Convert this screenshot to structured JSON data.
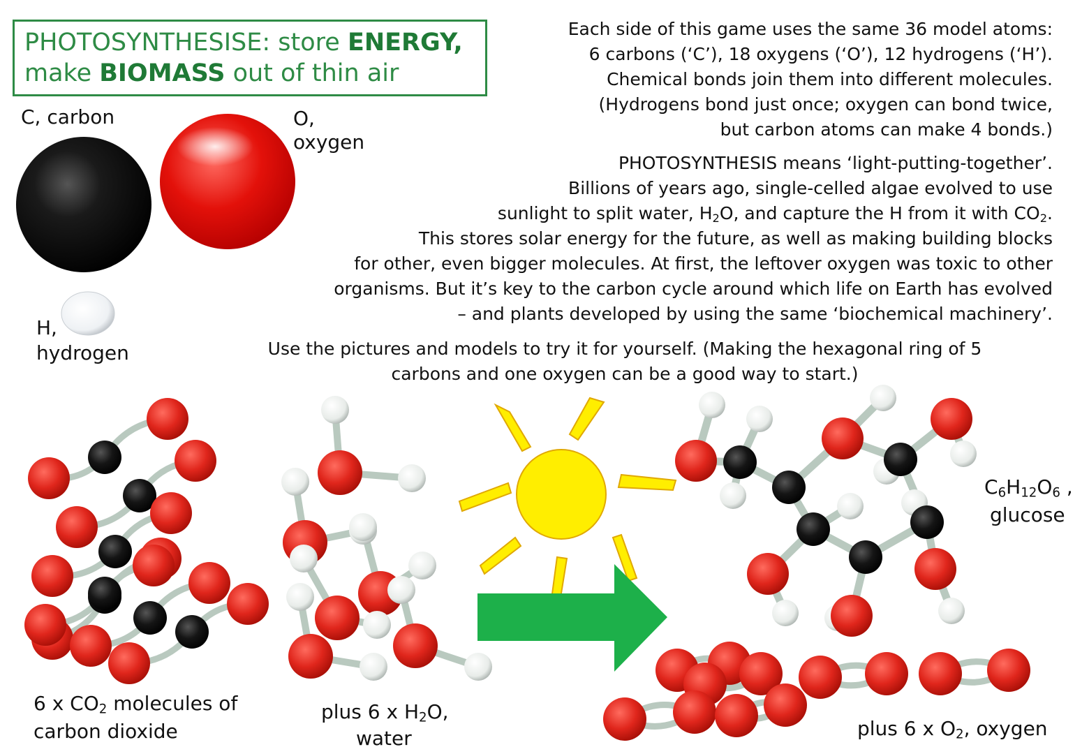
{
  "title": {
    "part1": "PHOTOSYNTHESISE: store ",
    "bold1": "ENERGY,",
    "part2": "make ",
    "bold2": "BIOMASS",
    "part3": " out of thin air"
  },
  "atoms": {
    "carbon_label": "C, carbon",
    "oxygen_label_1": "O,",
    "oxygen_label_2": "oxygen",
    "hydrogen_label_1": "H,",
    "hydrogen_label_2": "hydrogen"
  },
  "intro_lines": [
    "Each side of this game uses the same 36 model atoms:",
    "6 carbons (‘C’), 18 oxygens (‘O’), 12 hydrogens (‘H’).",
    "Chemical bonds join them into different molecules.",
    "(Hydrogens bond just once; oxygen can bond twice,",
    "but carbon atoms can make 4 bonds.)"
  ],
  "photo": {
    "line1": "PHOTOSYNTHESIS means ‘light-putting-together’.",
    "line2": "Billions of years ago, single-celled algae evolved to use",
    "line3_a": "sunlight to split water, H",
    "line3_sub1": "2",
    "line3_b": "O, and capture the H from it with CO",
    "line3_sub2": "2",
    "line3_c": ".",
    "line4": "This stores solar energy for the future, as well as making building blocks",
    "line5": "for other, even bigger molecules. At first, the leftover oxygen was toxic to other",
    "line6": "organisms. But it’s key to the carbon cycle around which life on Earth has evolved",
    "line7": "– and plants developed by using the same ‘biochemical machinery’."
  },
  "instruction_lines": [
    "Use the pictures and models to try it for yourself. (Making the hexagonal ring of 5",
    "carbons and one oxygen can be a good way to start.)"
  ],
  "captions": {
    "co2_a": "6 x CO",
    "co2_sub": "2",
    "co2_b": " molecules of",
    "co2_line2": "carbon dioxide",
    "h2o_a": "plus 6 x H",
    "h2o_sub": "2",
    "h2o_b": "O,",
    "h2o_line2": "water",
    "glucose_a": "C",
    "glucose_s1": "6",
    "glucose_b": "H",
    "glucose_s2": "12",
    "glucose_c": "O",
    "glucose_s3": "6",
    "glucose_d": " ,",
    "glucose_line2": "glucose",
    "o2_a": "plus 6 x O",
    "o2_sub": "2",
    "o2_b": ", oxygen"
  },
  "colors": {
    "title_green": "#2e8b45",
    "arrow_green": "#1db04a",
    "sun_yellow": "#ffee00",
    "sun_outline": "#e0a800",
    "oxygen_red": "#e0261c",
    "carbon_black": "#111111",
    "bond_grey": "#b9c9bf"
  }
}
